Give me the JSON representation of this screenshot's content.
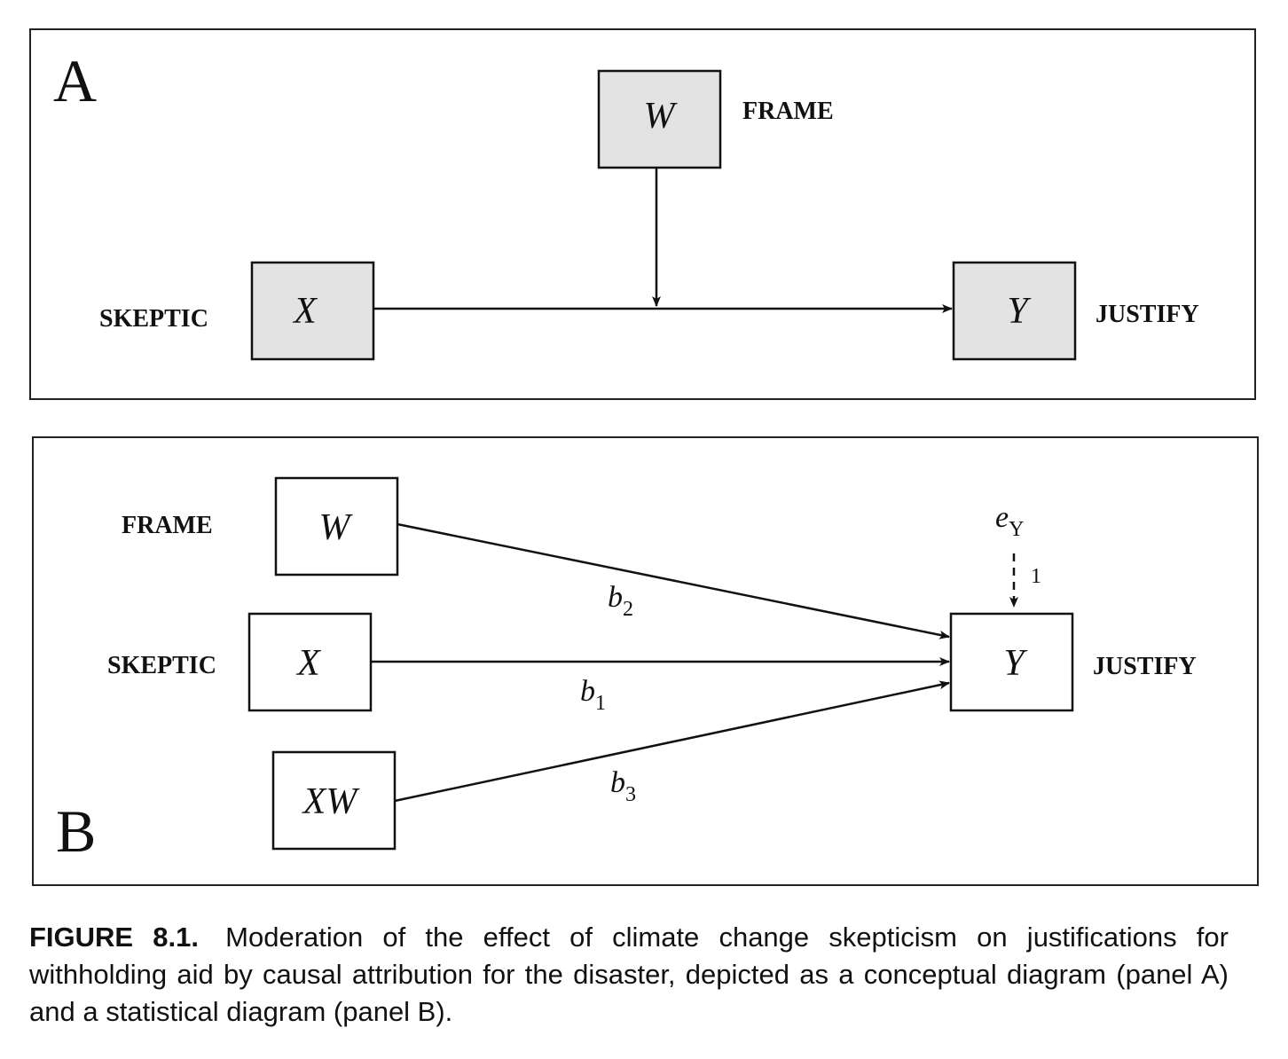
{
  "panel_a": {
    "letter": "A",
    "nodes": {
      "w": {
        "symbol": "W",
        "label": "FRAME"
      },
      "x": {
        "symbol": "X",
        "label": "SKEPTIC"
      },
      "y": {
        "symbol": "Y",
        "label": "JUSTIFY"
      }
    },
    "box_fill": "#e3e3e3"
  },
  "panel_b": {
    "letter": "B",
    "nodes": {
      "w": {
        "symbol": "W",
        "label": "FRAME"
      },
      "x": {
        "symbol": "X",
        "label": "SKEPTIC"
      },
      "xw": {
        "symbol": "XW"
      },
      "y": {
        "symbol": "Y",
        "label": "JUSTIFY"
      }
    },
    "paths": {
      "b1": {
        "symbol": "b",
        "subscript": "1"
      },
      "b2": {
        "symbol": "b",
        "subscript": "2"
      },
      "b3": {
        "symbol": "b",
        "subscript": "3"
      }
    },
    "error": {
      "symbol": "e",
      "subscript": "Y",
      "loading": "1"
    },
    "box_fill": "#ffffff"
  },
  "caption": {
    "figure_label": "FIGURE 8.1.",
    "text": "Moderation of the effect of climate change skepticism on justifications for withholding aid by causal attribution for the disaster, depicted as a conceptual diagram (panel A) and a statistical diagram (panel B)."
  }
}
